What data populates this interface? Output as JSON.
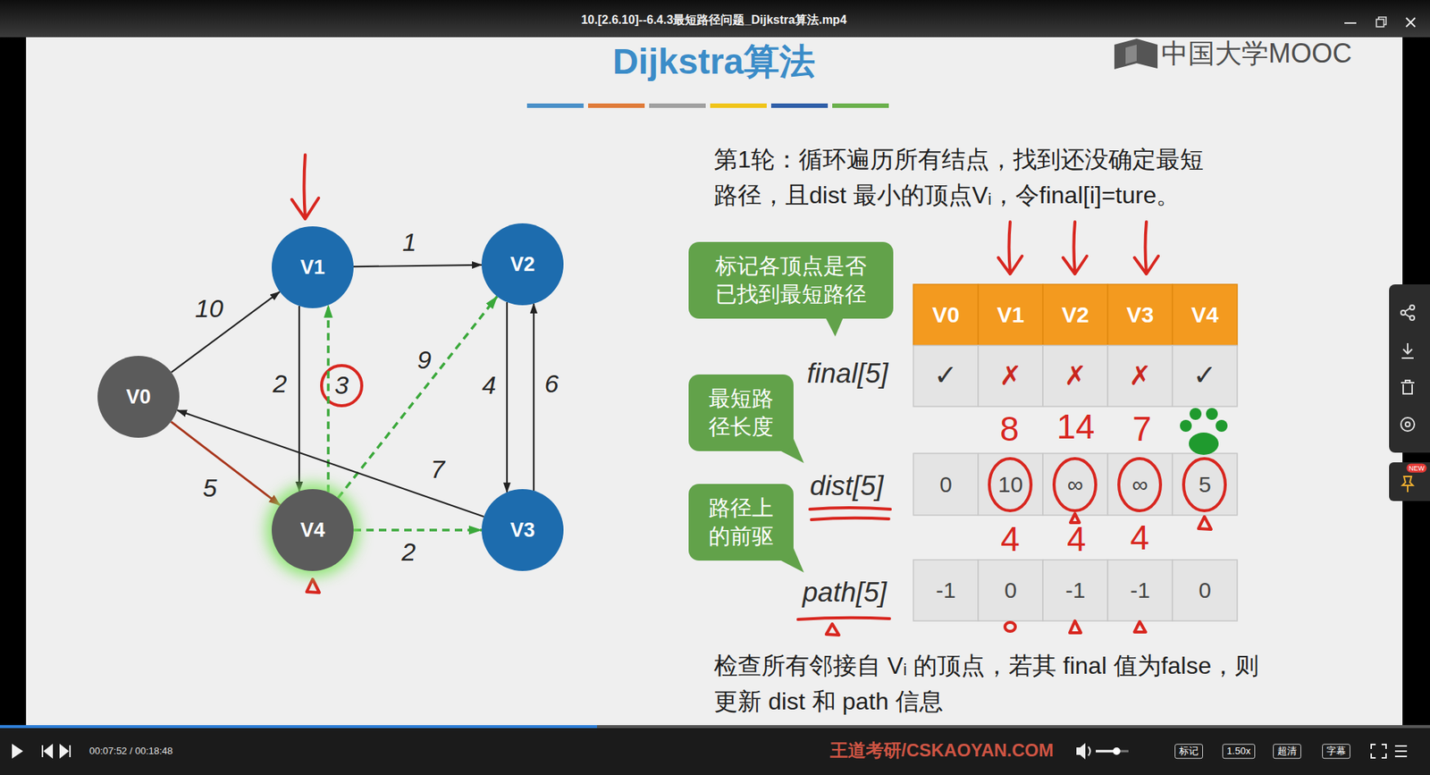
{
  "diagram": {
    "title": "Dijkstra算法",
    "nodes": [
      {
        "text": [
          "V1"
        ]
      },
      {
        "text": [
          "V2"
        ]
      },
      {
        "text": [
          "V0"
        ]
      },
      {
        "text": [
          "V4"
        ]
      },
      {
        "text": [
          "V3"
        ]
      },
      {
        "text": [
          "标记各顶点是否已找到最短路径"
        ]
      },
      {
        "text": [
          "最短路径长度"
        ]
      },
      {
        "text": [
          "路径上的前驱"
        ]
      }
    ],
    "edges": [
      {
        "from": 2,
        "to": 0,
        "arrow": "to",
        "label": "10"
      },
      {
        "from": 0,
        "to": 1,
        "arrow": "to",
        "label": "1"
      },
      {
        "from": 0,
        "to": 3,
        "arrow": "to",
        "label": "2"
      },
      {
        "from": 3,
        "to": 0,
        "arrow": "to",
        "label": "3"
      },
      {
        "from": 3,
        "to": 1,
        "arrow": "to",
        "label": "9"
      },
      {
        "from": 1,
        "to": 4,
        "arrow": "to",
        "label": "4"
      },
      {
        "from": 4,
        "to": 1,
        "arrow": "to",
        "label": "6"
      },
      {
        "from": 4,
        "to": 2,
        "arrow": "to",
        "label": "7"
      },
      {
        "from": 2,
        "to": 3,
        "arrow": "to",
        "label": "5"
      },
      {
        "from": 3,
        "to": 4,
        "arrow": "to",
        "label": "2"
      }
    ],
    "labels": [
      "10.[2.6.10]--6.4.3最短路径问题_Dijkstra算法.mp4",
      "中国大学MOOC",
      "第1轮：循环遍历所有结点，找到还没确定最短路径，且dist 最小的顶点Vᵢ，令final[i]=ture。",
      "final[5]",
      "dist[5]",
      "path[5]",
      "V0",
      "V1",
      "V2",
      "V3",
      "V4",
      "✓",
      "✗",
      "✗",
      "✗",
      "✓",
      "0",
      "10",
      "∞",
      "∞",
      "5",
      "-1",
      "0",
      "-1",
      "-1",
      "0",
      "8",
      "14",
      "7",
      "4",
      "4",
      "4",
      "检查所有邻接自 Vᵢ 的顶点，若其 final 值为false，则更新 dist 和 path 信息",
      "00:07:52 / 00:18:48",
      "标记",
      "1.50x",
      "超清",
      "字幕",
      "王道考研/CSKAOYAN.COM",
      "NEW"
    ]
  }
}
